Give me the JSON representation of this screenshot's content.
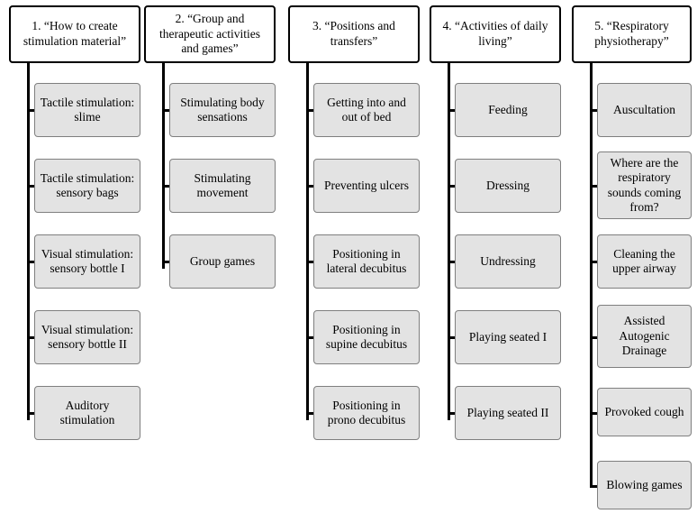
{
  "diagram": {
    "type": "tree-columns",
    "columns": [
      {
        "id": "col1",
        "header": "1. “How to create stimulation material”",
        "nodes": [
          "Tactile stimulation: slime",
          "Tactile stimulation: sensory bags",
          "Visual stimulation: sensory bottle I",
          "Visual stimulation: sensory bottle II",
          "Auditory stimulation"
        ]
      },
      {
        "id": "col2",
        "header": "2. “Group and therapeutic activities and games”",
        "nodes": [
          "Stimulating body sensations",
          "Stimulating movement",
          "Group games"
        ]
      },
      {
        "id": "col3",
        "header": "3. “Positions and transfers”",
        "nodes": [
          "Getting into and out of bed",
          "Preventing ulcers",
          "Positioning in lateral decubitus",
          "Positioning in supine decubitus",
          "Positioning in prono decubitus"
        ]
      },
      {
        "id": "col4",
        "header": "4. “Activities of daily living”",
        "nodes": [
          "Feeding",
          "Dressing",
          "Undressing",
          "Playing seated I",
          "Playing seated II"
        ]
      },
      {
        "id": "col5",
        "header": "5. “Respiratory physiotherapy”",
        "nodes": [
          "Auscultation",
          "Where are the respiratory sounds coming from?",
          "Cleaning the upper airway",
          "Assisted Autogenic Drainage",
          "Provoked cough",
          "Blowing games"
        ]
      }
    ]
  }
}
